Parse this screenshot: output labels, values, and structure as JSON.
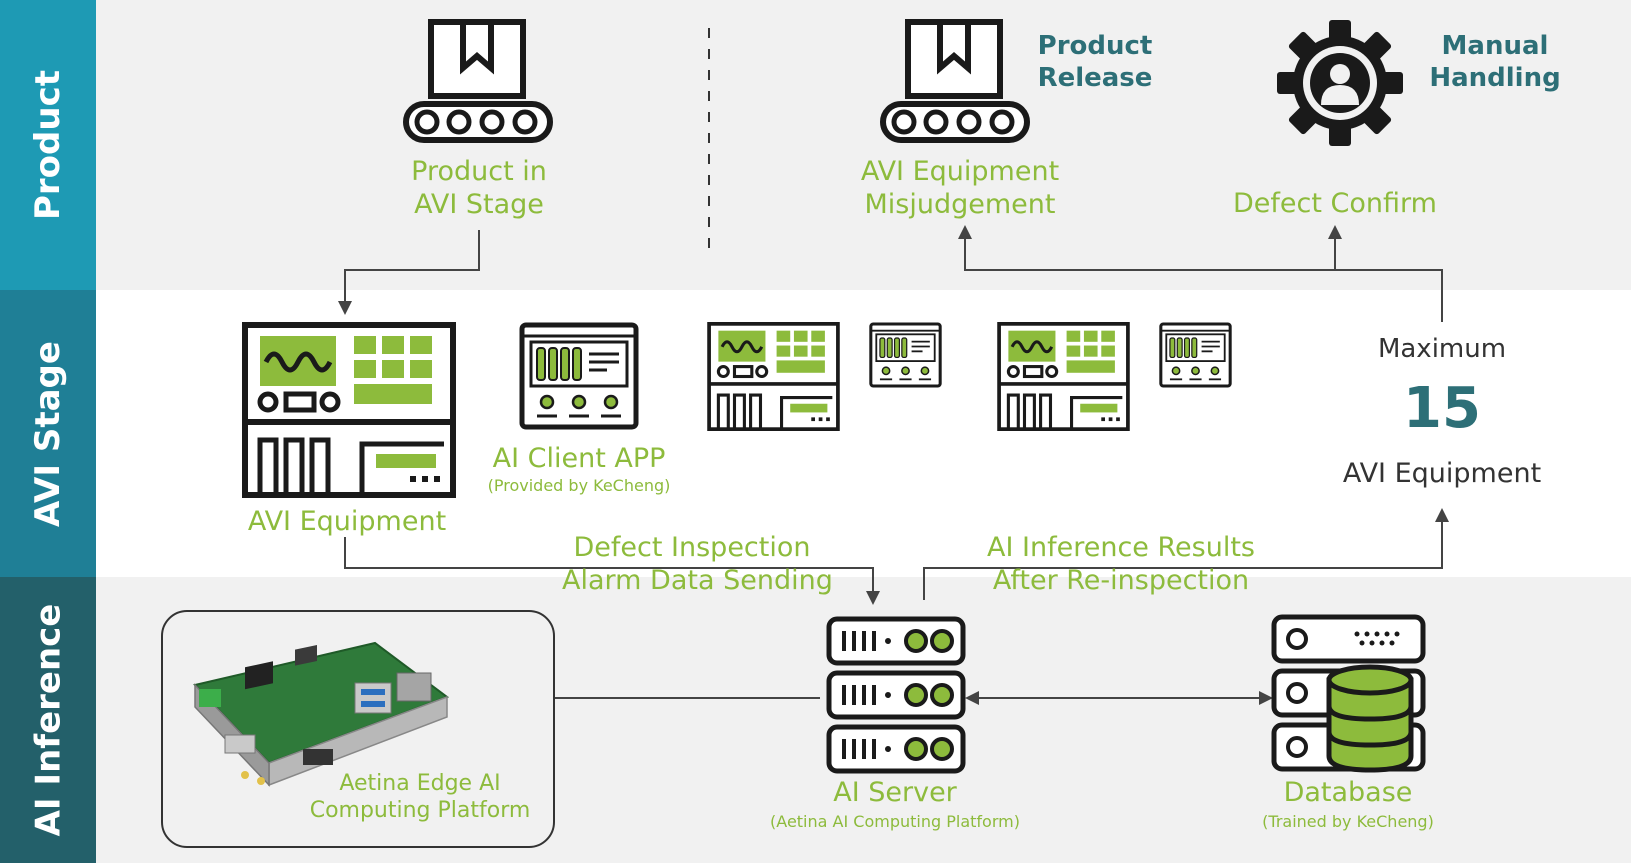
{
  "rows": {
    "product": "Product",
    "avi_stage": "AVI Stage",
    "ai_inference": "AI Inference"
  },
  "product_row": {
    "product_in_avi": [
      "Product in",
      "AVI Stage"
    ],
    "misjudgement": [
      "AVI Equipment",
      "Misjudgement"
    ],
    "product_release": [
      "Product",
      "Release"
    ],
    "manual_handling": [
      "Manual",
      "Handling"
    ],
    "defect_confirm": "Defect Confirm"
  },
  "avi_row": {
    "avi_equipment": "AVI Equipment",
    "ai_client_app": "AI Client APP",
    "ai_client_note": "(Provided by KeCheng)",
    "maximum": "Maximum",
    "max_count": "15",
    "max_unit": "AVI Equipment"
  },
  "flows": {
    "defect_inspection": [
      "Defect Inspection",
      "Alarm Data Sending"
    ],
    "ai_results": [
      "AI Inference Results",
      "After Re-inspection"
    ]
  },
  "inference_row": {
    "edge_platform": [
      "Aetina Edge AI",
      "Computing Platform"
    ],
    "ai_server": "AI Server",
    "ai_server_note": "(Aetina AI Computing Platform)",
    "database": "Database",
    "database_note": "(Trained by KeCheng)"
  },
  "colors": {
    "green": "#8dbb3c",
    "teal_dark": "#2d6f77",
    "product_band": "#1e9ab4",
    "avi_band": "#1f7f96",
    "inference_band": "#23606a",
    "row_gray": "#f1f1f1"
  },
  "icons": [
    "conveyor-box-icon",
    "gear-person-icon",
    "avi-machine-icon",
    "client-panel-icon",
    "server-rack-icon",
    "database-icon",
    "edge-board-image"
  ]
}
